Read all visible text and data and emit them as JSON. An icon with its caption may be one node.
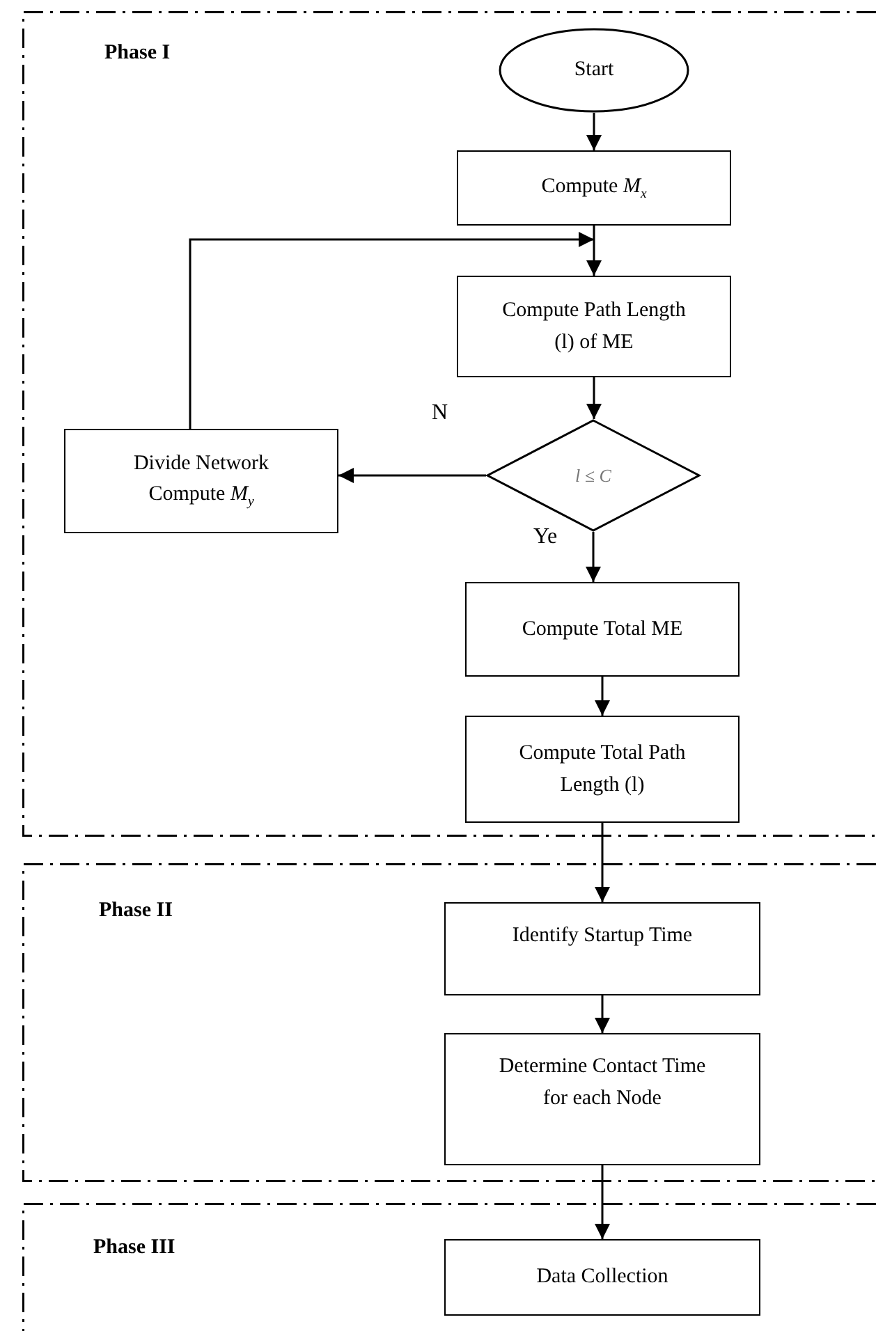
{
  "diagram": {
    "nodes": [
      {
        "text": [
          "Phase I"
        ]
      },
      {
        "text": [
          "Start"
        ],
        "in": 0
      },
      {
        "text": [
          "Compute *M*$_{x}$"
        ],
        "in": 0
      },
      {
        "text": [
          "Compute Path Length (l) of ME"
        ],
        "in": 0
      },
      {
        "text": [
          "l ≤ C"
        ],
        "in": 0
      },
      {
        "text": [
          "Divide Network Compute *M*$_{y}$"
        ],
        "in": 0
      },
      {
        "text": [
          "Compute Total ME"
        ],
        "in": 0
      },
      {
        "text": [
          "Compute Total Path Length (l)"
        ],
        "in": 0
      },
      {
        "text": [
          "Phase II"
        ]
      },
      {
        "text": [
          "Identify Startup Time"
        ],
        "in": 8
      },
      {
        "text": [
          "Determine Contact Time for each Node"
        ],
        "in": 8
      },
      {
        "text": [
          "Phase III"
        ]
      },
      {
        "text": [
          "Data Collection"
        ],
        "in": 11
      }
    ],
    "edges": [
      {
        "from": 1,
        "to": 2,
        "arrow": "to"
      },
      {
        "from": 2,
        "to": 3,
        "arrow": "to"
      },
      {
        "from": 3,
        "to": 4,
        "arrow": "to"
      },
      {
        "from": 4,
        "to": 5,
        "arrow": "to",
        "label": "N"
      },
      {
        "from": 5,
        "to": 3,
        "arrow": "to"
      },
      {
        "from": 4,
        "to": 6,
        "arrow": "to",
        "label": "Ye"
      },
      {
        "from": 6,
        "to": 7,
        "arrow": "to"
      },
      {
        "from": 7,
        "to": 9,
        "arrow": "to"
      },
      {
        "from": 9,
        "to": 10,
        "arrow": "to"
      },
      {
        "from": 10,
        "to": 12,
        "arrow": "to"
      }
    ]
  }
}
